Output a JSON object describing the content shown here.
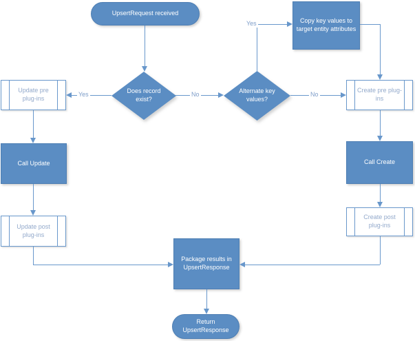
{
  "colors": {
    "fill": "#5b8dc3",
    "fillBorder": "#4d7eb3",
    "line": "#6897cb",
    "lightFill": "#ffffff",
    "lightText": "#92a9cb",
    "labelText": "#7d9dc9",
    "shapeText": "#ffffff"
  },
  "nodes": {
    "start": {
      "type": "terminator",
      "label": "UpsertRequest received"
    },
    "copy_key": {
      "type": "process",
      "label": "Copy key values to target entity attributes"
    },
    "record_exists": {
      "type": "decision",
      "label": "Does record exist?"
    },
    "alternate_key": {
      "type": "decision",
      "label": "Alternate key values?"
    },
    "update_pre": {
      "type": "predefined-process",
      "label": "Update pre plug-ins"
    },
    "create_pre": {
      "type": "predefined-process",
      "label": "Create pre plug-ins"
    },
    "call_update": {
      "type": "process",
      "label": "Call Update"
    },
    "call_create": {
      "type": "process",
      "label": "Call Create"
    },
    "update_post": {
      "type": "predefined-process",
      "label": "Update post plug-ins"
    },
    "create_post": {
      "type": "predefined-process",
      "label": "Create post plug-ins"
    },
    "package": {
      "type": "process",
      "label": "Package results in UpsertResponse"
    },
    "end": {
      "type": "terminator",
      "label": "Return UpsertResponse"
    }
  },
  "edge_labels": {
    "record_exists_yes": "Yes",
    "record_exists_no": "No",
    "alternate_key_yes": "Yes",
    "alternate_key_no": "No"
  }
}
